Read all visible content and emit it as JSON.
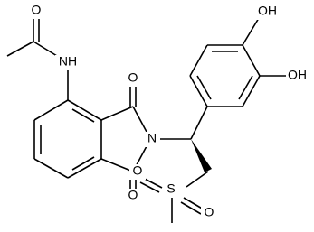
{
  "molecule": {
    "atom_labels": {
      "acetyl_oxygen": "O",
      "amide_nh": "NH",
      "upper_carbonyl_oxygen": "O",
      "imide_nitrogen": "N",
      "lower_carbonyl_oxygen": "O",
      "para_hydroxyl": "OH",
      "meta_hydroxyl": "OH",
      "sulfur": "S",
      "sulfonyl_oxygen_left": "O",
      "sulfonyl_oxygen_right": "O"
    },
    "colors": {
      "bond": "#000000",
      "label": "#000000",
      "background": "#ffffff"
    }
  }
}
